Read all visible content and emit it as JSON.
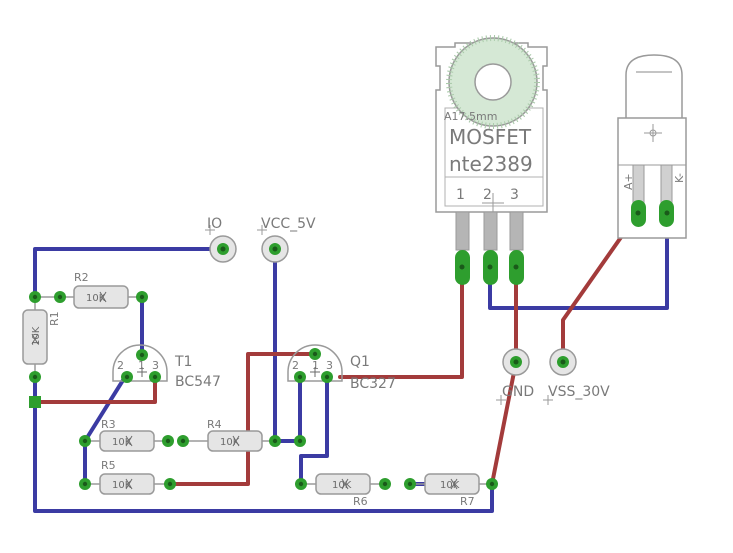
{
  "labels": {
    "io": "IO",
    "vcc": "VCC_5V",
    "gnd": "GND",
    "vss": "VSS_30V",
    "t1": "T1",
    "t1_part": "BC547",
    "q1": "Q1",
    "q1_part": "BC327",
    "r1": "R1",
    "r2": "R2",
    "r3": "R3",
    "r4": "R4",
    "r5": "R5",
    "r6": "R6",
    "r7": "R7",
    "r1_val": "10K",
    "r2_val": "10K",
    "r3_val": "10K",
    "r4_val": "10K",
    "r5_val": "10K",
    "r6_val": "10K",
    "r7_val": "10K",
    "mosfet_title": "MOSFET",
    "mosfet_part": "nte2389",
    "mosfet_small": "A17.5mm",
    "pin1": "1",
    "pin2": "2",
    "pin3": "3",
    "tr_pin1": "2",
    "tr_pin2": "1",
    "tr_pin3": "3",
    "q_pin1": "2",
    "q_pin2": "1",
    "q_pin3": "3",
    "load_a": "A+",
    "load_k": "K-"
  },
  "colors": {
    "bottom_trace": "#3b3ba3",
    "top_trace": "#a33b3b",
    "pad": "#2e9e2e",
    "outline": "#9a9a9a",
    "fill": "#e5e5e5"
  }
}
